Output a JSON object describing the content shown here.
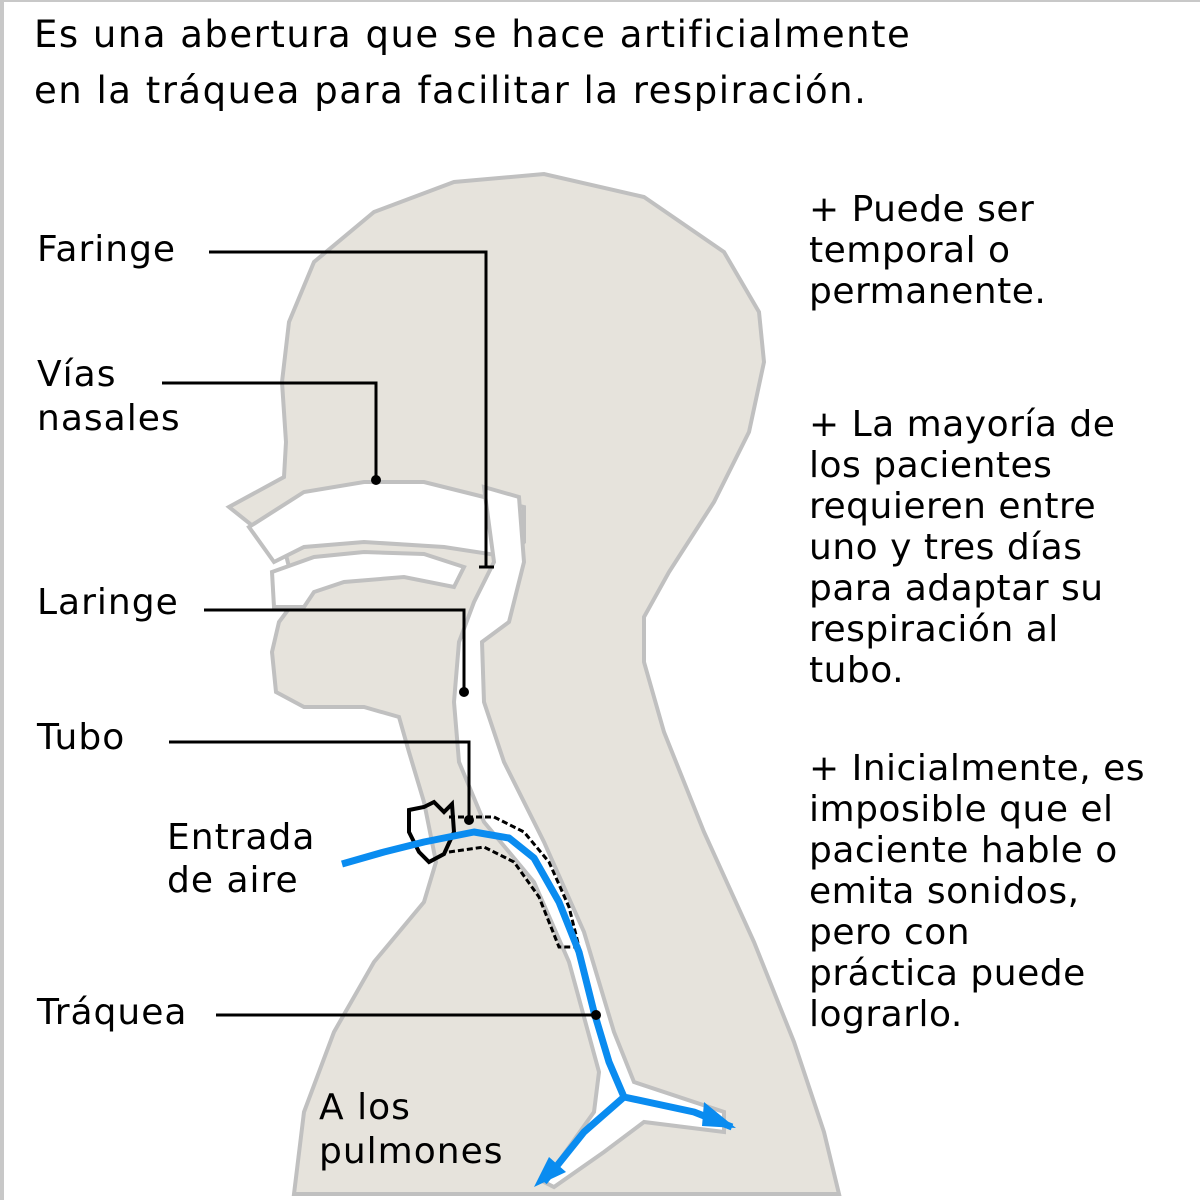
{
  "title": {
    "line1": "Es una abertura que se hace artificialmente",
    "line2": "en la tráquea para facilitar la respiración."
  },
  "labels": {
    "faringe": "Faringe",
    "vias_1": "Vías",
    "vias_2": "nasales",
    "laringe": "Laringe",
    "tubo": "Tubo",
    "entrada_1": "Entrada",
    "entrada_2": "de aire",
    "traquea": "Tráquea",
    "pulmones_1": "A los",
    "pulmones_2": "pulmones"
  },
  "notes": [
    {
      "lines": [
        "+ Puede ser",
        "temporal o",
        "permanente."
      ]
    },
    {
      "lines": [
        "+ La mayoría de",
        "los pacientes",
        "requieren entre",
        "uno y tres días",
        "para adaptar su",
        "respiración al",
        "tubo."
      ]
    },
    {
      "lines": [
        "+ Inicialmente, es",
        "imposible que el",
        "paciente hable o",
        "emita sonidos,",
        "pero con",
        "práctica puede",
        "lograrlo."
      ]
    }
  ],
  "colors": {
    "head": "#e6e3dc",
    "outline": "#c0c0c0",
    "airflow": "#0a8cf0"
  }
}
